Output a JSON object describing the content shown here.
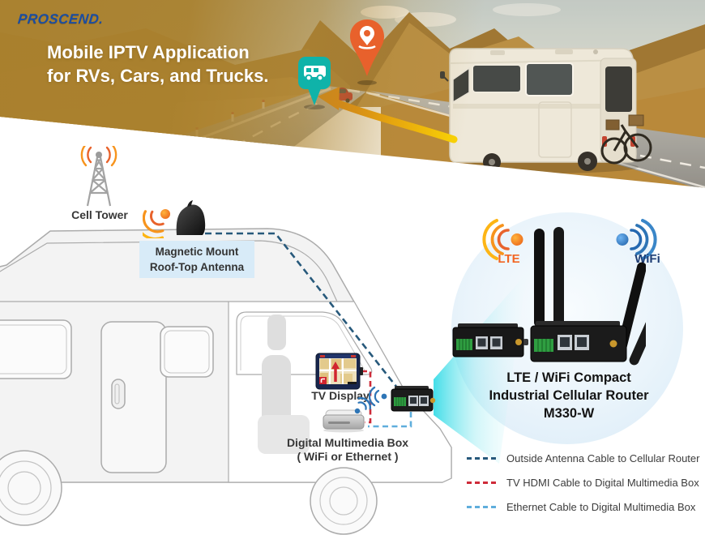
{
  "banner": {
    "logo": "PROSCEND.",
    "title_line1": "Mobile IPTV Application",
    "title_line2": "for RVs, Cars, and Trucks."
  },
  "diagram": {
    "cell_tower_label": "Cell Tower",
    "antenna_label_line1": "Magnetic Mount",
    "antenna_label_line2": "Roof-Top Antenna",
    "tv_display_label": "TV Display",
    "multimedia_box_label_line1": "Digital Multimedia Box",
    "multimedia_box_label_line2": "( WiFi or Ethernet )"
  },
  "product": {
    "lte_label": "LTE",
    "wifi_label": "WiFi",
    "name_line1": "LTE / WiFi Compact",
    "name_line2": "Industrial Cellular Router",
    "name_line3": "M330-W"
  },
  "legend": {
    "items": [
      {
        "label": "Outside Antenna Cable to Cellular Router",
        "color": "#27597B"
      },
      {
        "label": "TV HDMI Cable to Digital Multimedia Box",
        "color": "#CE2B39"
      },
      {
        "label": "Ethernet Cable to Digital Multimedia Box",
        "color": "#5FAEDC"
      }
    ]
  },
  "colors": {
    "banner_overlay_gold": "#A9812F",
    "logo_blue": "#1B4DA1",
    "pin_orange": "#E8612C",
    "pin_teal": "#0FB3A9",
    "signal_orange": "#F7941D",
    "signal_blue": "#2E75B6",
    "lte_text_orange": "#F26522",
    "wifi_text_navy": "#1E3D74",
    "antenna_label_bg": "#D8EBF8"
  }
}
